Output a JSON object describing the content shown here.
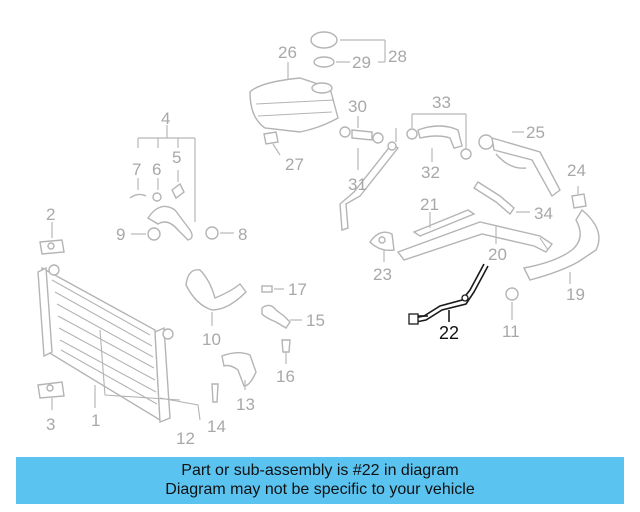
{
  "callouts": [
    "1",
    "2",
    "3",
    "4",
    "5",
    "6",
    "7",
    "8",
    "9",
    "10",
    "11",
    "12",
    "13",
    "14",
    "15",
    "16",
    "17",
    "19",
    "20",
    "21",
    "22",
    "23",
    "24",
    "25",
    "26",
    "27",
    "28",
    "29",
    "30",
    "31",
    "32",
    "33",
    "34"
  ],
  "highlight": {
    "part_number": "22"
  },
  "colors": {
    "banner": "#5bc3f0",
    "line_art": "#b4b4b4",
    "highlight": "#1a1a1a"
  },
  "banner": {
    "line1": "Part or sub-assembly is #22 in diagram",
    "line2": "Diagram may not be specific to your vehicle"
  }
}
